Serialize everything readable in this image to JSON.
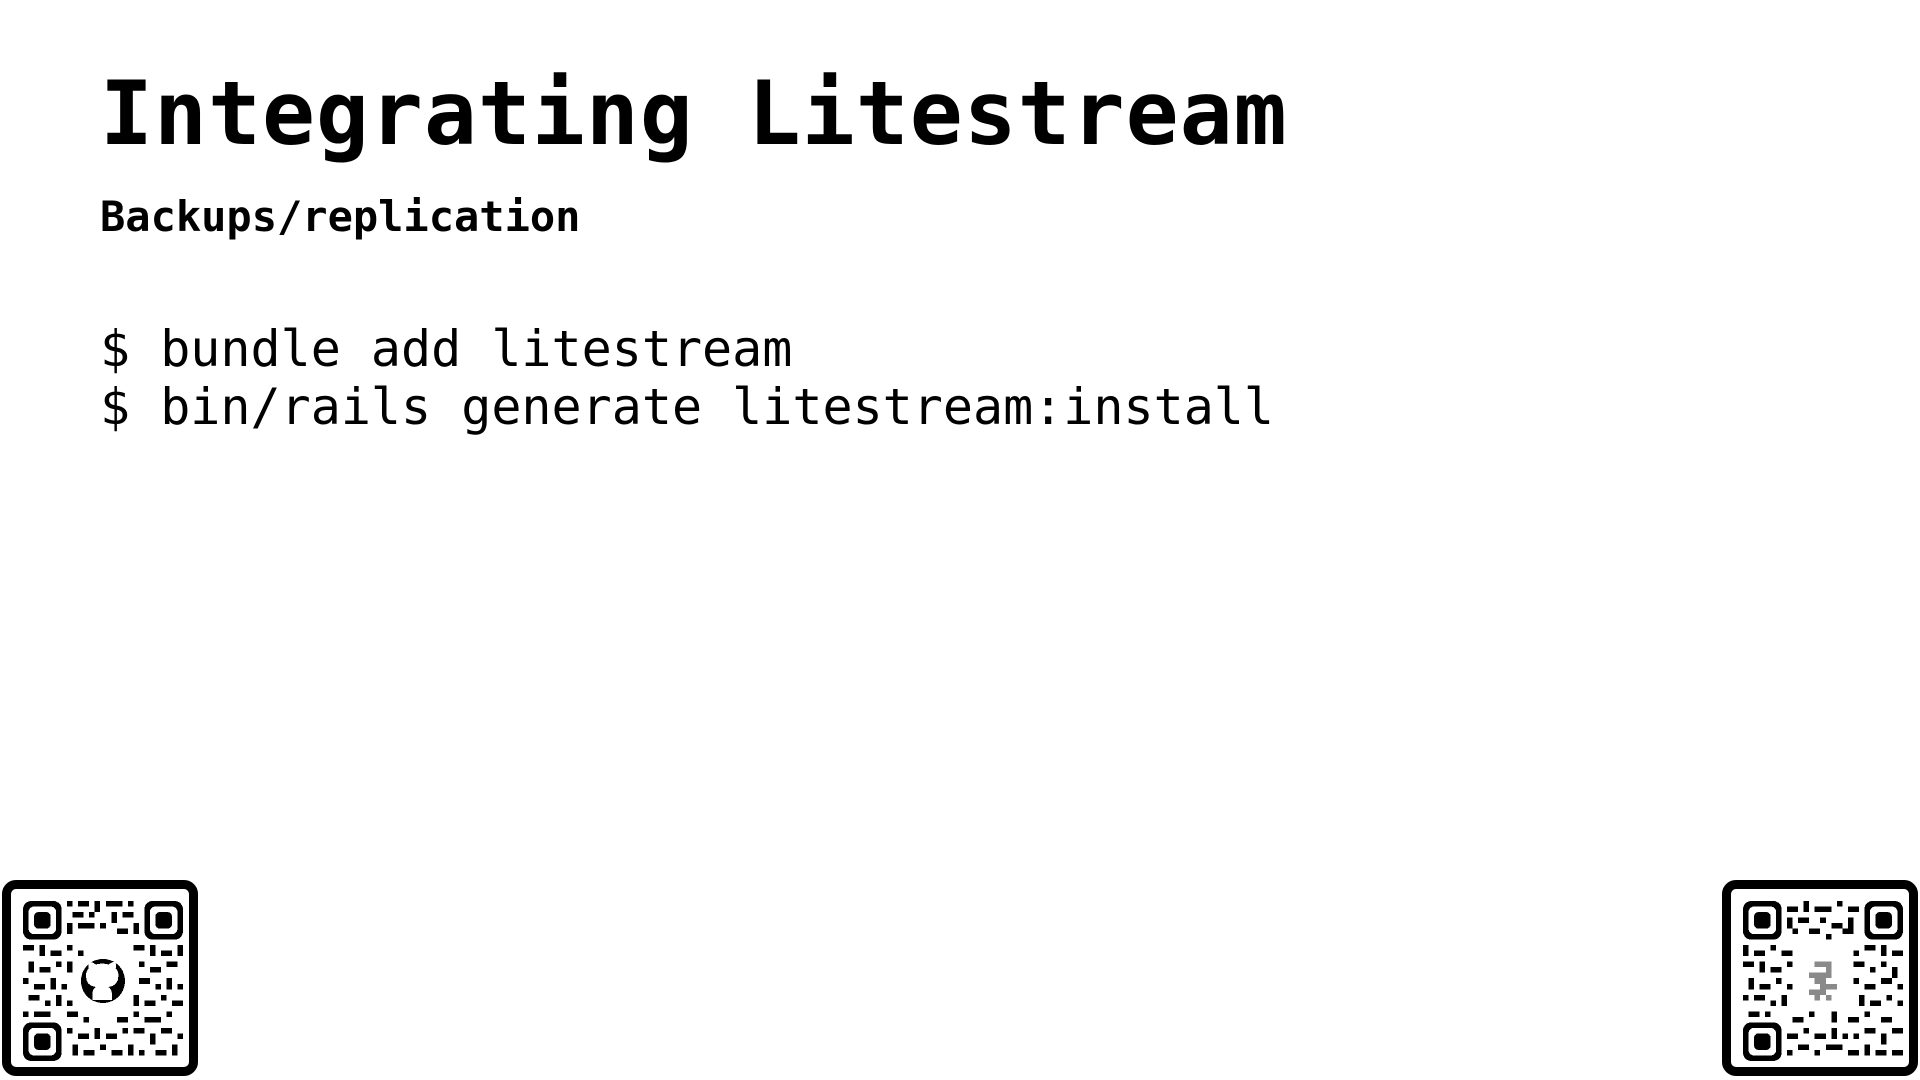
{
  "slide": {
    "title": "Integrating Litestream",
    "subtitle": "Backups/replication",
    "commands": [
      "$ bundle add litestream",
      "$ bin/rails generate litestream:install"
    ]
  },
  "qr_codes": [
    {
      "name": "github-qr-code",
      "center_icon": "github-icon"
    },
    {
      "name": "litestream-qr-code",
      "center_icon": "dinosaur-icon"
    }
  ],
  "colors": {
    "background": "#ffffff",
    "text": "#000000"
  }
}
